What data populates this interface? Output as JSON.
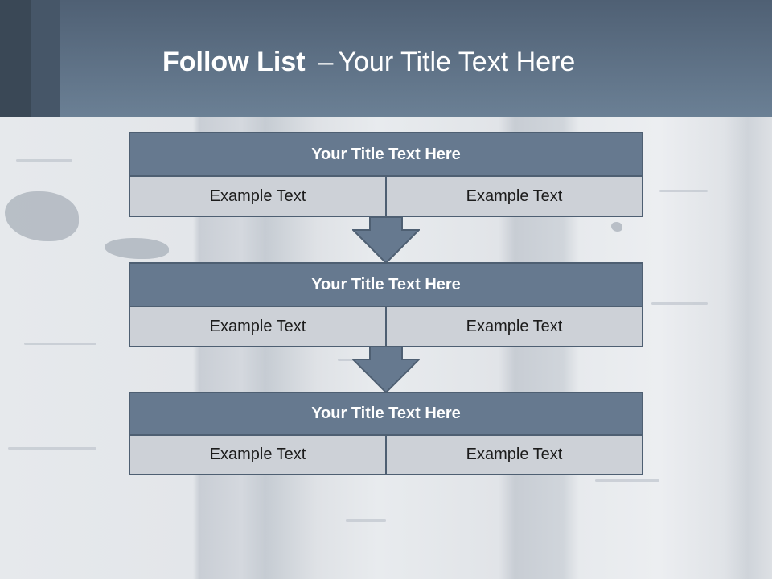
{
  "slide": {
    "title_bold": "Follow List",
    "title_sep": "–",
    "title_rest": "Your Title Text Here"
  },
  "steps": [
    {
      "title": "Your Title Text Here",
      "left": "Example Text",
      "right": "Example Text"
    },
    {
      "title": "Your Title Text Here",
      "left": "Example Text",
      "right": "Example Text"
    },
    {
      "title": "Your Title Text Here",
      "left": "Example Text",
      "right": "Example Text"
    }
  ],
  "colors": {
    "header": "#5b6e83",
    "box_title": "#66798f",
    "box_cell": "#cdd1d7",
    "border": "#4e5f72",
    "arrow": "#66798f"
  }
}
